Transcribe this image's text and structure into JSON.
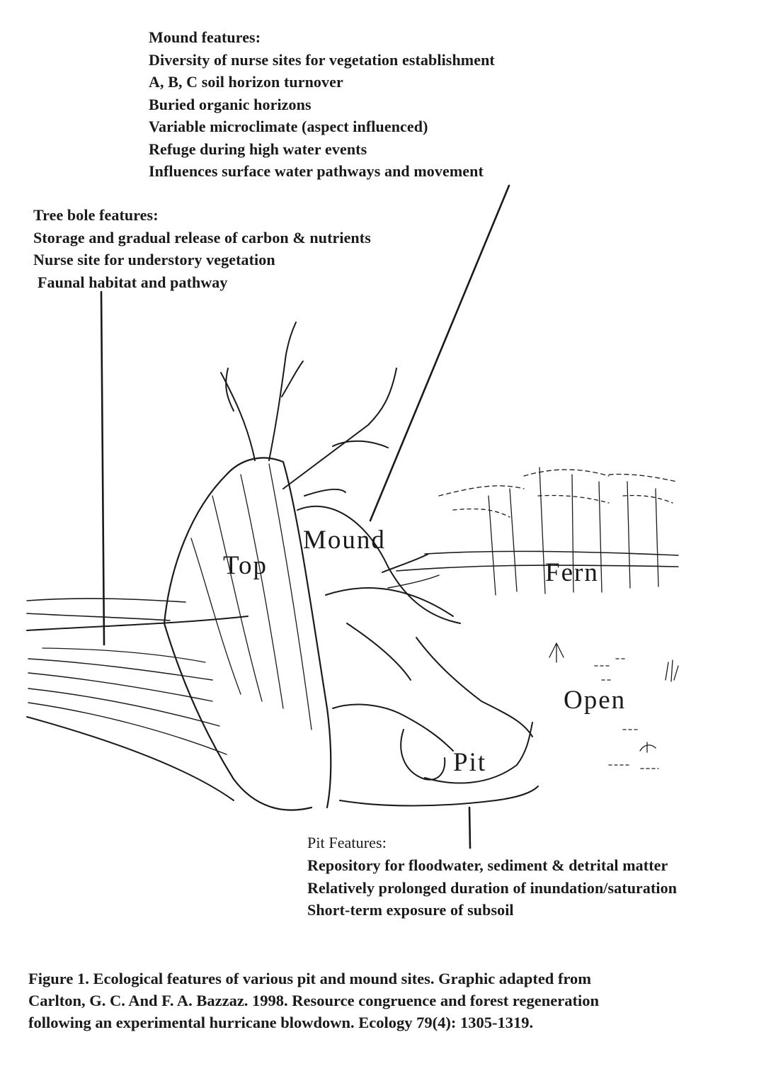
{
  "mound_features": {
    "heading": "Mound features:",
    "items": [
      "Diversity of nurse sites for vegetation establishment",
      "A, B, C soil horizon turnover",
      "Buried organic horizons",
      "Variable microclimate (aspect influenced)",
      "Refuge during high water events",
      "Influences surface water pathways and movement"
    ]
  },
  "tree_bole_features": {
    "heading": "Tree bole features:",
    "items": [
      "Storage and gradual release of carbon & nutrients",
      "Nurse site for understory vegetation",
      "Faunal habitat and pathway"
    ]
  },
  "pit_features": {
    "heading": "Pit Features:",
    "items": [
      "Repository for floodwater, sediment & detrital matter",
      "Relatively prolonged duration of inundation/saturation",
      "Short-term exposure of subsoil"
    ]
  },
  "labels": {
    "top": "Top",
    "mound": "Mound",
    "fern": "Fern",
    "open": "Open",
    "pit": "Pit"
  },
  "caption": {
    "lines": [
      "Figure 1.  Ecological features of various pit and mound sites.  Graphic adapted from",
      "Carlton, G. C. And F. A. Bazzaz.  1998.  Resource congruence and forest regeneration",
      "following an experimental hurricane blowdown.  Ecology 79(4): 1305-1319."
    ]
  },
  "colors": {
    "ink": "#1a1a1a",
    "paper": "#ffffff"
  }
}
